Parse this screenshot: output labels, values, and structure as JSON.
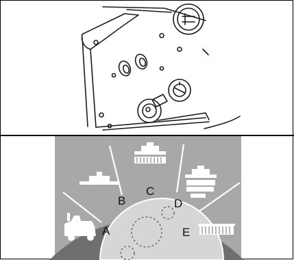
{
  "figure": {
    "top_image": {
      "icon": "control-panel-line-drawing"
    },
    "bottom_image": {
      "icon": "brush-selector-dial",
      "position_labels": {
        "a": "A",
        "b": "B",
        "c": "C",
        "d": "D",
        "e": "E"
      },
      "colors": {
        "background": "#a8a8a8",
        "segments": "#6f6f6f",
        "hub": "#d6d6d6",
        "divider": "#ffffff"
      }
    }
  }
}
